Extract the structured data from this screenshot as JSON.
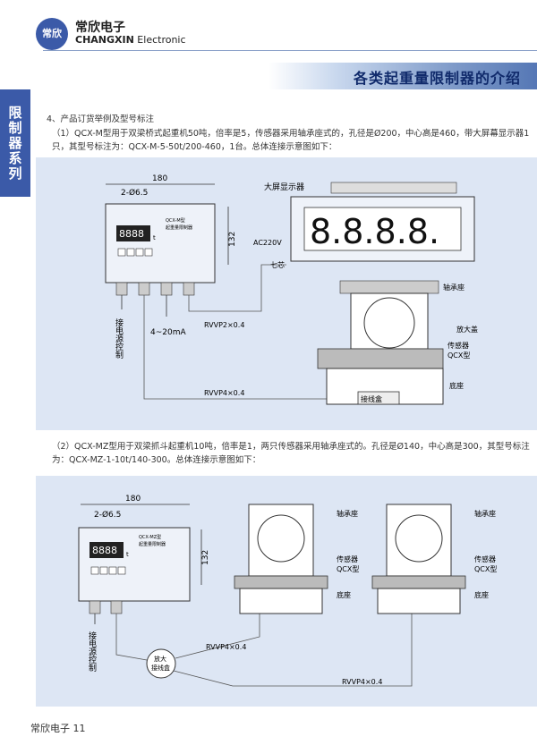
{
  "header": {
    "logo_text": "常欣",
    "brand_cn": "常欣电子",
    "brand_en_bold": "CHANGXIN",
    "brand_en_rest": " Electronic"
  },
  "banner": {
    "title": "各类起重量限制器的介绍"
  },
  "side_tab": {
    "label": "限制器系列"
  },
  "section": {
    "heading": "4、产品订货举例及型号标注",
    "para1_line1": "（1）QCX-M型用于双梁桥式起重机50吨，倍率是5，传感器采用轴承座式的，孔径是Ø200，中心高是460，带大屏幕显示器1",
    "para1_line2": "只，其型号标注为：QCX-M-5-50t/200-460，1台。总体连接示意图如下：",
    "para2_line1": "（2）QCX-MZ型用于双梁抓斗起重机10吨，倍率是1，两只传感器采用轴承座式的。孔径是Ø140，中心高是300，其型号标注",
    "para2_line2": "为：QCX-MZ-1-10t/140-300。总体连接示意图如下："
  },
  "diagram1": {
    "dim_width": "180",
    "dim_holes": "2-Ø6.5",
    "dim_height": "132",
    "display_digits": "8888",
    "display_unit": "t",
    "controller_model": "QCX-M型",
    "controller_name": "起重量限制器",
    "big_display_label": "大屏显示器",
    "big_display_digits": "8.8.8.8.",
    "ac_label": "AC220V",
    "seven_core": "七芯",
    "power_label": "接电源控制",
    "output_label": "4~20mA",
    "cable1": "RVVP2×0.4",
    "cable2": "RVVP4×0.4",
    "bearing_seat": "轴承座",
    "amp_cover": "放大盖",
    "sensor_label": "传感器",
    "sensor_type": "QCX型",
    "base_label": "底座",
    "junction_box": "接线盒"
  },
  "diagram2": {
    "dim_width": "180",
    "dim_holes": "2-Ø6.5",
    "dim_height": "132",
    "display_digits": "8888",
    "display_unit": "t",
    "controller_model": "QCX-MZ型",
    "controller_name": "起重量限制器",
    "power_label": "接电源控制",
    "cable1": "RVVP4×0.4",
    "cable2": "RVVP4×0.4",
    "amp_junction_line1": "放大",
    "amp_junction_line2": "接线盒",
    "bearing_seat": "轴承座",
    "sensor_label": "传感器",
    "sensor_type": "QCX型",
    "base_label": "底座"
  },
  "footer": {
    "text": "常欣电子 11"
  }
}
